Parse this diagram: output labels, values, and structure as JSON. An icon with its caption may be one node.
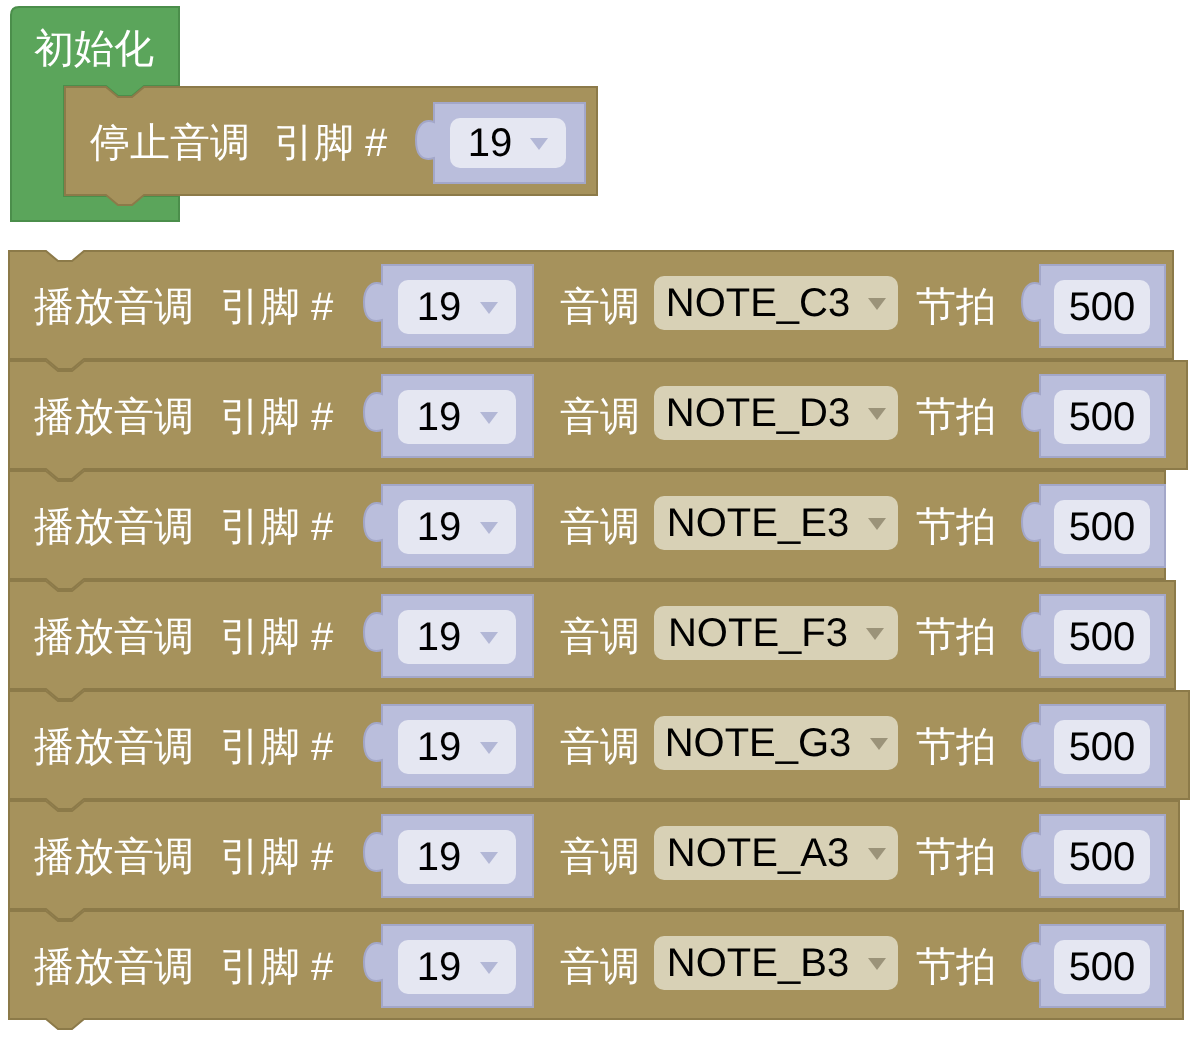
{
  "diagram": {
    "nodes": [
      {
        "text": [
          "初始化"
        ]
      },
      {
        "text": [
          "停止音调",
          "引脚 #"
        ]
      },
      {
        "text": [
          "19"
        ],
        "in": 1
      },
      {
        "text": [
          "播放音调",
          "引脚 #",
          "音调",
          "节拍"
        ]
      },
      {
        "text": [
          "19"
        ],
        "in": 3
      },
      {
        "text": [
          "NOTE_C3"
        ],
        "in": 3
      },
      {
        "text": [
          "500"
        ],
        "in": 3
      },
      {
        "text": [
          "播放音调",
          "引脚 #",
          "音调",
          "节拍"
        ]
      },
      {
        "text": [
          "19"
        ],
        "in": 7
      },
      {
        "text": [
          "NOTE_D3"
        ],
        "in": 7
      },
      {
        "text": [
          "500"
        ],
        "in": 7
      },
      {
        "text": [
          "播放音调",
          "引脚 #",
          "音调",
          "节拍"
        ]
      },
      {
        "text": [
          "19"
        ],
        "in": 11
      },
      {
        "text": [
          "NOTE_E3"
        ],
        "in": 11
      },
      {
        "text": [
          "500"
        ],
        "in": 11
      },
      {
        "text": [
          "播放音调",
          "引脚 #",
          "音调",
          "节拍"
        ]
      },
      {
        "text": [
          "19"
        ],
        "in": 15
      },
      {
        "text": [
          "NOTE_F3"
        ],
        "in": 15
      },
      {
        "text": [
          "500"
        ],
        "in": 15
      },
      {
        "text": [
          "播放音调",
          "引脚 #",
          "音调",
          "节拍"
        ]
      },
      {
        "text": [
          "19"
        ],
        "in": 19
      },
      {
        "text": [
          "NOTE_G3"
        ],
        "in": 19
      },
      {
        "text": [
          "500"
        ],
        "in": 19
      },
      {
        "text": [
          "播放音调",
          "引脚 #",
          "音调",
          "节拍"
        ]
      },
      {
        "text": [
          "19"
        ],
        "in": 23
      },
      {
        "text": [
          "NOTE_A3"
        ],
        "in": 23
      },
      {
        "text": [
          "500"
        ],
        "in": 23
      },
      {
        "text": [
          "播放音调",
          "引脚 #",
          "音调",
          "节拍"
        ]
      },
      {
        "text": [
          "19"
        ],
        "in": 27
      },
      {
        "text": [
          "NOTE_B3"
        ],
        "in": 27
      },
      {
        "text": [
          "500"
        ],
        "in": 27
      }
    ]
  }
}
